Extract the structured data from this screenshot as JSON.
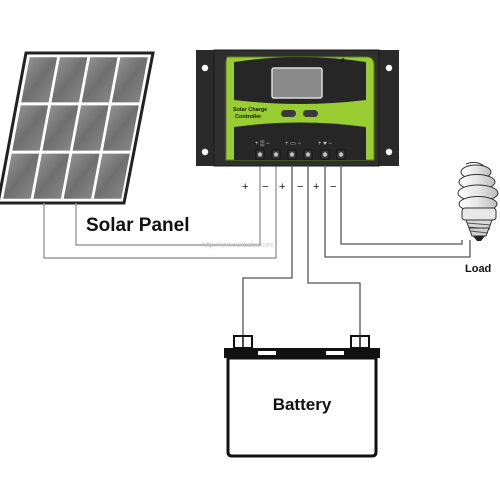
{
  "diagram": {
    "solar_panel_label": "Solar Panel",
    "battery_label": "Battery",
    "load_label": "Load",
    "controller_text_line1": "Solar Charge",
    "controller_text_line2": "Controller",
    "terminal_signs": [
      "+",
      "−",
      "+",
      "−",
      "+",
      "−"
    ],
    "watermark": "http://www.alibaba.com",
    "colors": {
      "controller_green": "#9acd32",
      "controller_dark": "#2f2f2f",
      "panel_cell": "#7a7a7a",
      "lcd_screen": "#8a8a8a"
    }
  }
}
